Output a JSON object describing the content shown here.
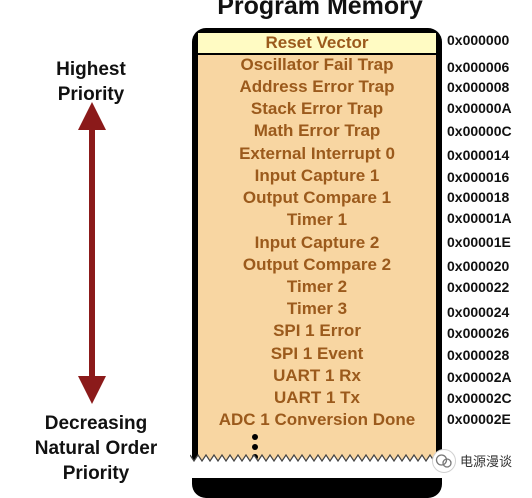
{
  "title": "Program Memory",
  "priority": {
    "top_label": "Highest\nPriority",
    "bottom_label": "Decreasing\nNatural Order\nPriority",
    "arrow_color": "#8b1a1a"
  },
  "vectors": [
    {
      "label": "Reset Vector",
      "address": "0x000000"
    },
    {
      "label": "Oscillator Fail Trap",
      "address": "0x000006"
    },
    {
      "label": "Address Error Trap",
      "address": "0x000008"
    },
    {
      "label": "Stack Error Trap",
      "address": "0x00000A"
    },
    {
      "label": "Math Error Trap",
      "address": "0x00000C"
    },
    {
      "label": "External Interrupt 0",
      "address": "0x000014"
    },
    {
      "label": "Input Capture 1",
      "address": "0x000016"
    },
    {
      "label": "Output Compare 1",
      "address": "0x000018"
    },
    {
      "label": "Timer 1",
      "address": "0x00001A"
    },
    {
      "label": "Input Capture 2",
      "address": "0x00001E"
    },
    {
      "label": "Output Compare 2",
      "address": "0x000020"
    },
    {
      "label": "Timer 2",
      "address": "0x000022"
    },
    {
      "label": "Timer 3",
      "address": "0x000024"
    },
    {
      "label": "SPI 1 Error",
      "address": "0x000026"
    },
    {
      "label": "SPI 1 Event",
      "address": "0x000028"
    },
    {
      "label": "UART 1 Rx",
      "address": "0x00002A"
    },
    {
      "label": "UART 1 Tx",
      "address": "0x00002C"
    },
    {
      "label": "ADC 1 Conversion Done",
      "address": "0x00002E"
    }
  ],
  "colors": {
    "vector_text": "#9b5a1c",
    "memory_fill": "#f8d6a2",
    "reset_fill": "#fffbc3"
  },
  "watermark": {
    "text": "电源漫谈"
  }
}
